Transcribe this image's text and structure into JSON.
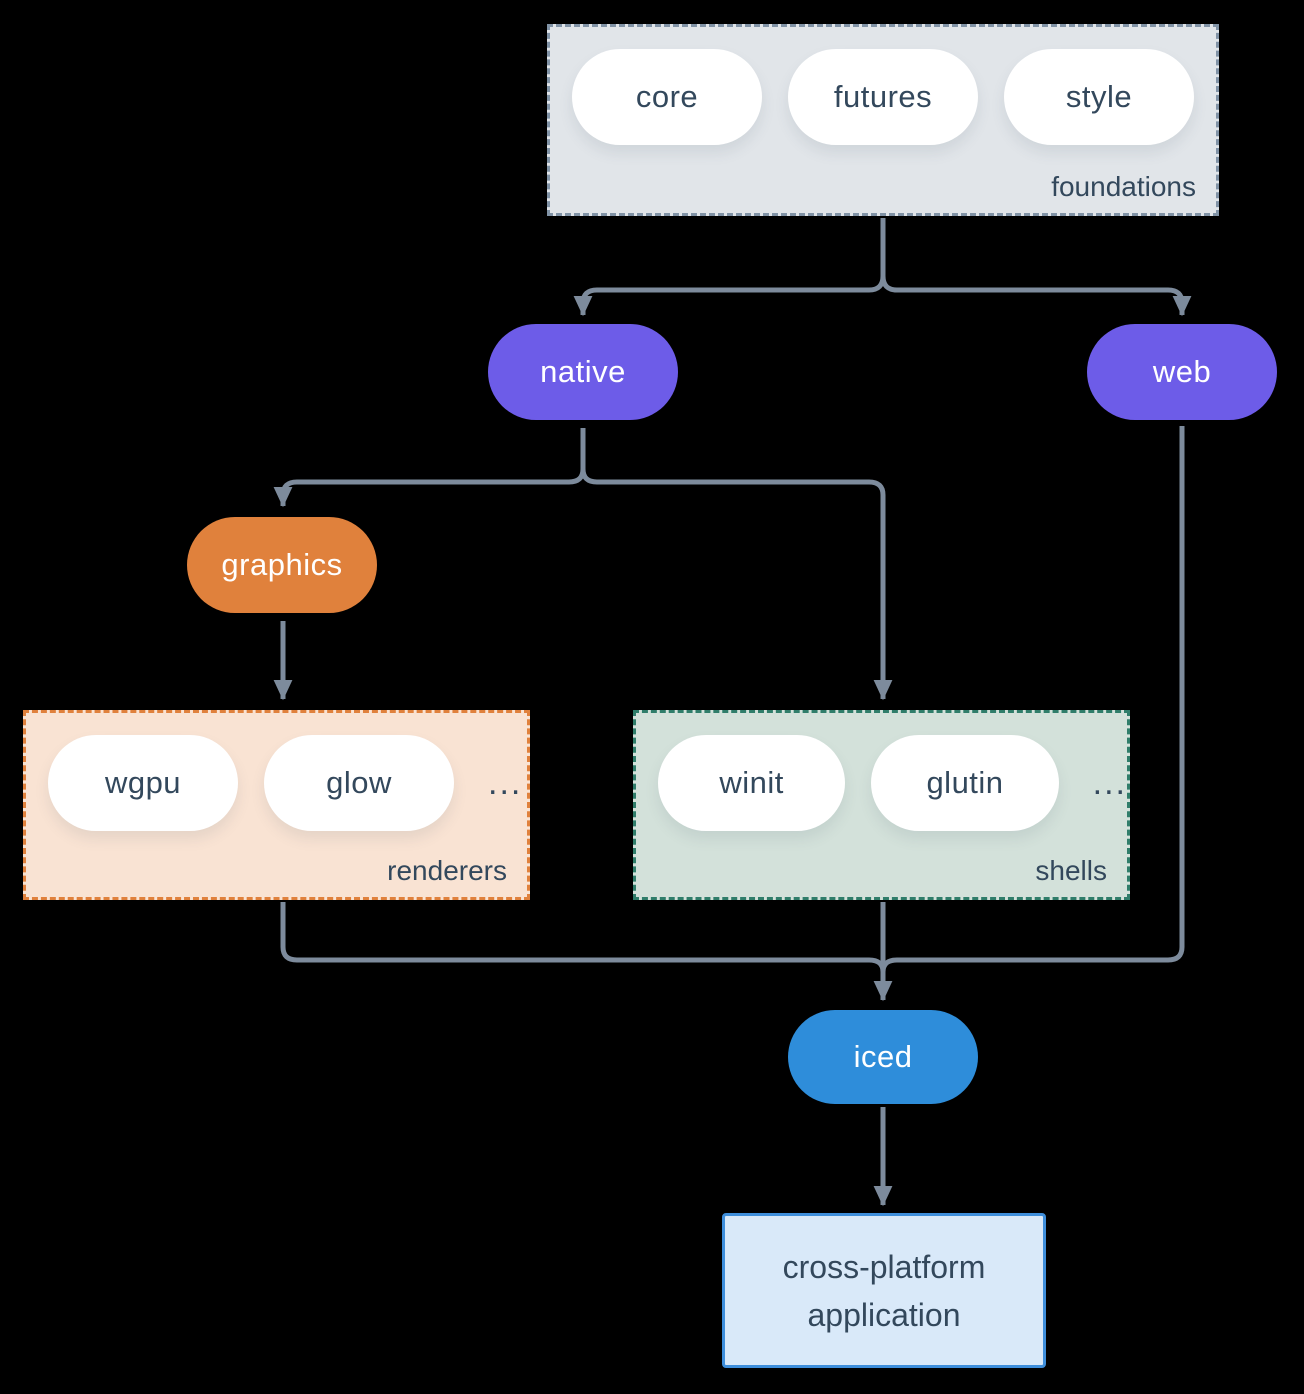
{
  "diagram": {
    "foundations": {
      "label": "foundations",
      "pills": [
        "core",
        "futures",
        "style"
      ]
    },
    "native": {
      "label": "native"
    },
    "web": {
      "label": "web"
    },
    "graphics": {
      "label": "graphics"
    },
    "renderers": {
      "label": "renderers",
      "pills": [
        "wgpu",
        "glow"
      ],
      "more": "..."
    },
    "shells": {
      "label": "shells",
      "pills": [
        "winit",
        "glutin"
      ],
      "more": "..."
    },
    "iced": {
      "label": "iced"
    },
    "application": {
      "label": "cross-platform application"
    }
  },
  "colors": {
    "background": "#000000",
    "connector": "#7d8b9c",
    "node_text_dark": "#33485c",
    "node_text_light": "#ffffff",
    "purple_node": "#6d5ce8",
    "orange_node": "#e0813c",
    "blue_node": "#2e8dda",
    "foundations_fill": "#e1e5e9",
    "foundations_border": "#8193a6",
    "renderers_fill": "#f9e3d3",
    "renderers_border": "#e0813c",
    "shells_fill": "#d3e1da",
    "shells_border": "#2f7d6a",
    "application_fill": "#d9e9f9",
    "application_border": "#3e8edb"
  }
}
